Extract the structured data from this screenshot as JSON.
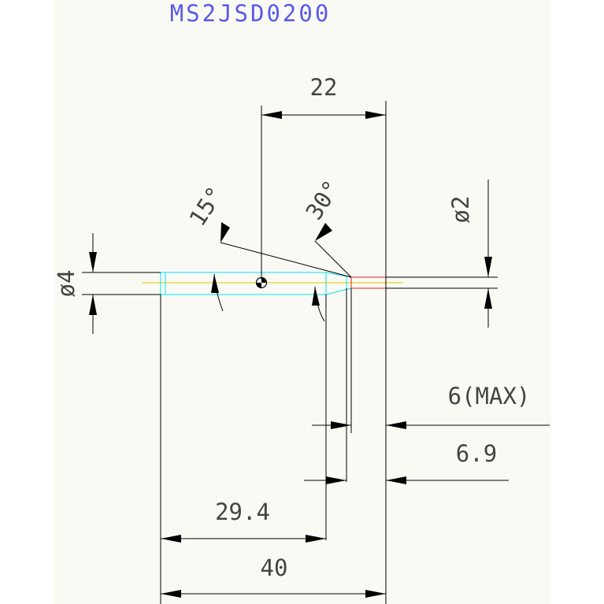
{
  "title": "MS2JSD0200",
  "dimensions": {
    "overall_length": "22",
    "angle_small": "15°",
    "angle_large": "30°",
    "diameter_small": "ø2",
    "diameter_large": "ø4",
    "max_length": "6(MAX)",
    "length_6_9": "6.9",
    "length_29_4": "29.4",
    "length_40": "40"
  },
  "colors": {
    "page": "#ffffff",
    "sheet": "#fafaf5",
    "line": "#000000",
    "dim_text": "#444444",
    "title": "#5a5ae8",
    "body_outline": "#00e5ee",
    "centerline": "#e8d020",
    "tip": "#e02020"
  }
}
